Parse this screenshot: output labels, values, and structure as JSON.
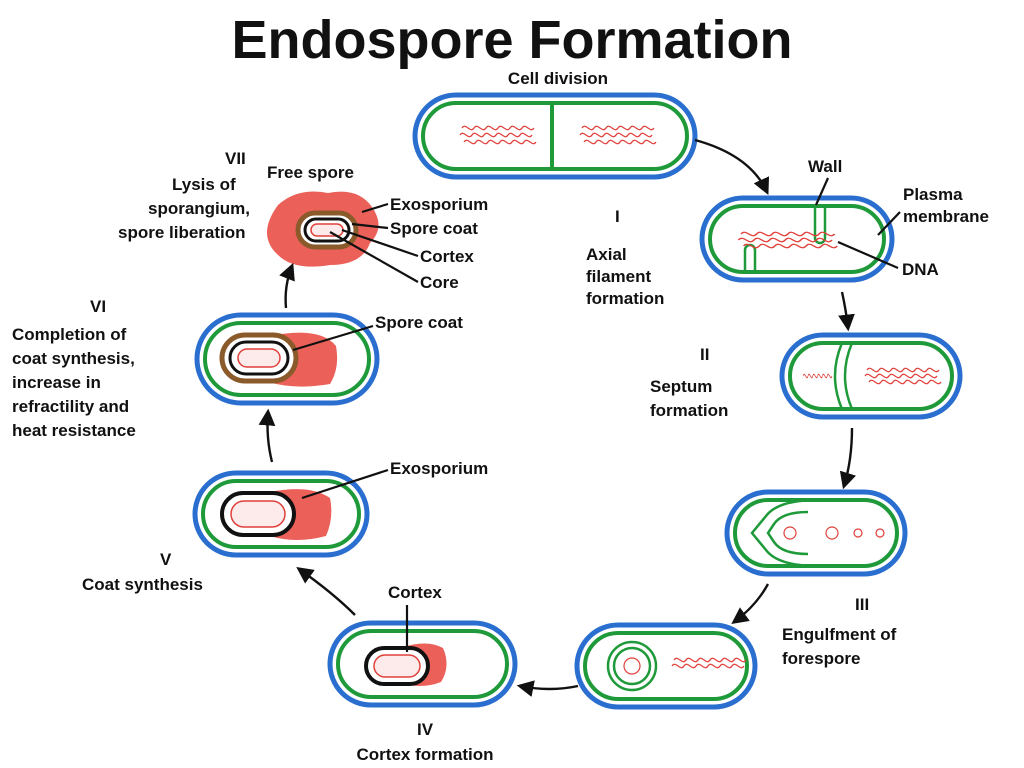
{
  "title": "Endospore Formation",
  "labels": {
    "cell_division": "Cell division",
    "wall": "Wall",
    "plasma_membrane": [
      "Plasma",
      "membrane"
    ],
    "dna": "DNA",
    "stage_i": [
      "I",
      "Axial",
      "filament",
      "formation"
    ],
    "stage_ii": [
      "II",
      "Septum",
      "formation"
    ],
    "stage_iii": [
      "III",
      "Engulfment of",
      "forespore"
    ],
    "stage_iv": [
      "IV",
      "Cortex formation"
    ],
    "cortex_iv": "Cortex",
    "stage_v": [
      "V",
      "Coat synthesis"
    ],
    "exosporium_v": "Exosporium",
    "stage_vi": [
      "VI",
      "Completion of",
      "coat synthesis,",
      "increase in",
      "refractility and",
      "heat resistance"
    ],
    "spore_coat_vi": "Spore coat",
    "stage_vii": [
      "VII",
      "Lysis of",
      "sporangium,",
      "spore liberation"
    ],
    "free_spore": "Free spore",
    "spore_parts": [
      "Exosporium",
      "Spore coat",
      "Cortex",
      "Core"
    ]
  },
  "colors": {
    "outer_membrane": "#2a6fd0",
    "cell_wall": "#1f9a3a",
    "dna": "#e0403a",
    "sporangium": "#e8453c",
    "spore_coat": "#8a5a2a"
  }
}
